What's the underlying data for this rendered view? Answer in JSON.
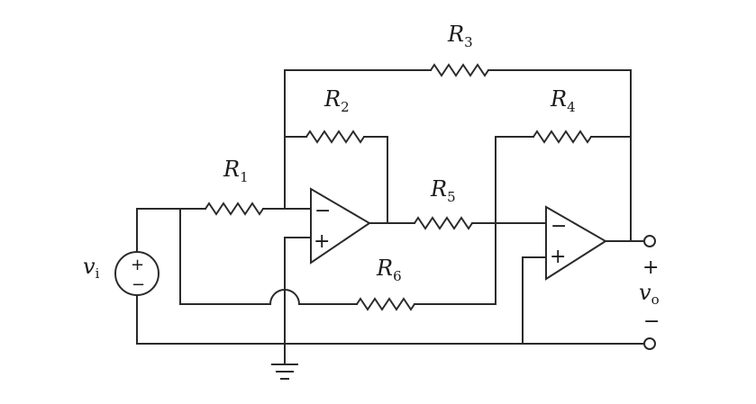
{
  "resistors": [
    {
      "id": "r1",
      "name": "R",
      "sub": "1"
    },
    {
      "id": "r2",
      "name": "R",
      "sub": "2"
    },
    {
      "id": "r3",
      "name": "R",
      "sub": "3"
    },
    {
      "id": "r4",
      "name": "R",
      "sub": "4"
    },
    {
      "id": "r5",
      "name": "R",
      "sub": "5"
    },
    {
      "id": "r6",
      "name": "R",
      "sub": "6"
    }
  ],
  "source": {
    "name": "v",
    "sub": "i",
    "plus": "+",
    "minus": "−"
  },
  "output": {
    "name": "v",
    "sub": "o",
    "plus": "+",
    "minus": "−"
  },
  "opamp1": {
    "inverting": "−",
    "noninverting": "+"
  },
  "opamp2": {
    "inverting": "−",
    "noninverting": "+"
  }
}
